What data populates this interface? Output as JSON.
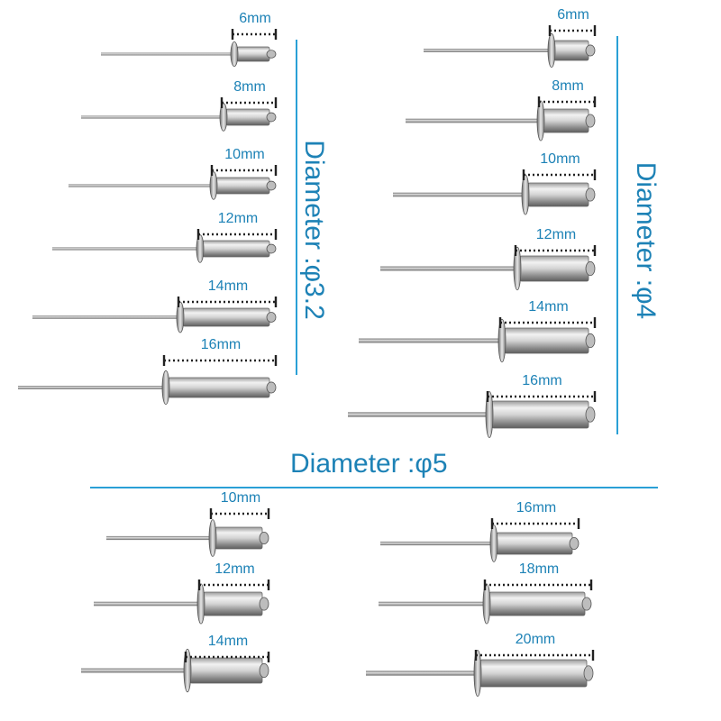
{
  "groups": [
    {
      "title": "Diameter :φ3.2",
      "rivets": [
        {
          "length": "6mm"
        },
        {
          "length": "8mm"
        },
        {
          "length": "10mm"
        },
        {
          "length": "12mm"
        },
        {
          "length": "14mm"
        },
        {
          "length": "16mm"
        }
      ]
    },
    {
      "title": "Diameter :φ4",
      "rivets": [
        {
          "length": "6mm"
        },
        {
          "length": "8mm"
        },
        {
          "length": "10mm"
        },
        {
          "length": "12mm"
        },
        {
          "length": "14mm"
        },
        {
          "length": "16mm"
        }
      ]
    },
    {
      "title": "Diameter :φ5",
      "rivets": [
        {
          "length": "10mm"
        },
        {
          "length": "12mm"
        },
        {
          "length": "14mm"
        },
        {
          "length": "16mm"
        },
        {
          "length": "18mm"
        },
        {
          "length": "20mm"
        }
      ]
    }
  ],
  "colors": {
    "accent": "#1d82b6",
    "divider": "#2aa0d6",
    "metal_light": "#e6e6e6",
    "metal_dark": "#7a7a7a"
  }
}
